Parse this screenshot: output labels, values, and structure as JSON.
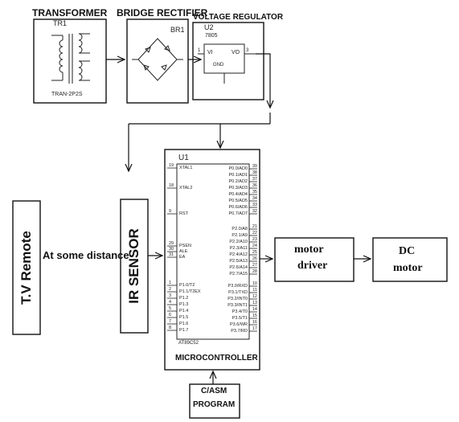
{
  "stages": {
    "transformer": {
      "heading": "TRANSFORMER",
      "ref": "TR1",
      "part": "TRAN-2P2S"
    },
    "rectifier": {
      "heading": "BRIDGE RECTIFIER",
      "ref": "BR1"
    },
    "regulator": {
      "heading": "VOLTAGE REGULATOR",
      "ref": "U2",
      "part": "7805",
      "pin_vi": "VI",
      "pin_vo": "VO",
      "pin_gnd": "GND",
      "pin1": "1",
      "pin3": "3"
    }
  },
  "tv_remote": "T.V Remote",
  "distance_label": "At some distance",
  "ir_sensor": "IR SENSOR",
  "mcu": {
    "ref": "U1",
    "part": "AT89C52",
    "title": "MICROCONTROLLER",
    "left_pins": [
      {
        "num": "19",
        "name": "XTAL1"
      },
      {
        "num": "18",
        "name": "XTAL2"
      },
      {
        "num": "9",
        "name": "RST"
      },
      {
        "num": "29",
        "name": "PSEN"
      },
      {
        "num": "30",
        "name": "ALE"
      },
      {
        "num": "31",
        "name": "EA"
      },
      {
        "num": "1",
        "name": "P1.0/T2"
      },
      {
        "num": "2",
        "name": "P1.1/T2EX"
      },
      {
        "num": "3",
        "name": "P1.2"
      },
      {
        "num": "4",
        "name": "P1.3"
      },
      {
        "num": "5",
        "name": "P1.4"
      },
      {
        "num": "6",
        "name": "P1.5"
      },
      {
        "num": "7",
        "name": "P1.6"
      },
      {
        "num": "8",
        "name": "P1.7"
      }
    ],
    "right_pins": [
      {
        "num": "39",
        "name": "P0.0/AD0"
      },
      {
        "num": "38",
        "name": "P0.1/AD1"
      },
      {
        "num": "37",
        "name": "P0.2/AD2"
      },
      {
        "num": "36",
        "name": "P0.3/AD3"
      },
      {
        "num": "35",
        "name": "P0.4/AD4"
      },
      {
        "num": "34",
        "name": "P0.5/AD5"
      },
      {
        "num": "33",
        "name": "P0.6/AD6"
      },
      {
        "num": "32",
        "name": "P0.7/AD7"
      },
      {
        "num": "21",
        "name": "P2.0/A8"
      },
      {
        "num": "22",
        "name": "P2.1/A9"
      },
      {
        "num": "23",
        "name": "P2.2/A10"
      },
      {
        "num": "24",
        "name": "P2.3/A11"
      },
      {
        "num": "25",
        "name": "P2.4/A12"
      },
      {
        "num": "26",
        "name": "P2.5/A13"
      },
      {
        "num": "27",
        "name": "P2.6/A14"
      },
      {
        "num": "28",
        "name": "P2.7/A15"
      },
      {
        "num": "10",
        "name": "P3.0/RXD"
      },
      {
        "num": "11",
        "name": "P3.1/TXD"
      },
      {
        "num": "12",
        "name": "P3.2/INT0"
      },
      {
        "num": "13",
        "name": "P3.3/INT1"
      },
      {
        "num": "14",
        "name": "P3.4/T0"
      },
      {
        "num": "15",
        "name": "P3.5/T1"
      },
      {
        "num": "16",
        "name": "P3.6/WR"
      },
      {
        "num": "17",
        "name": "P3.7/RD"
      }
    ]
  },
  "motor_driver": {
    "line1": "motor",
    "line2": "driver"
  },
  "dc_motor": {
    "line1": "DC",
    "line2": "motor"
  },
  "program": {
    "line1": "C/ASM",
    "line2": "PROGRAM"
  }
}
